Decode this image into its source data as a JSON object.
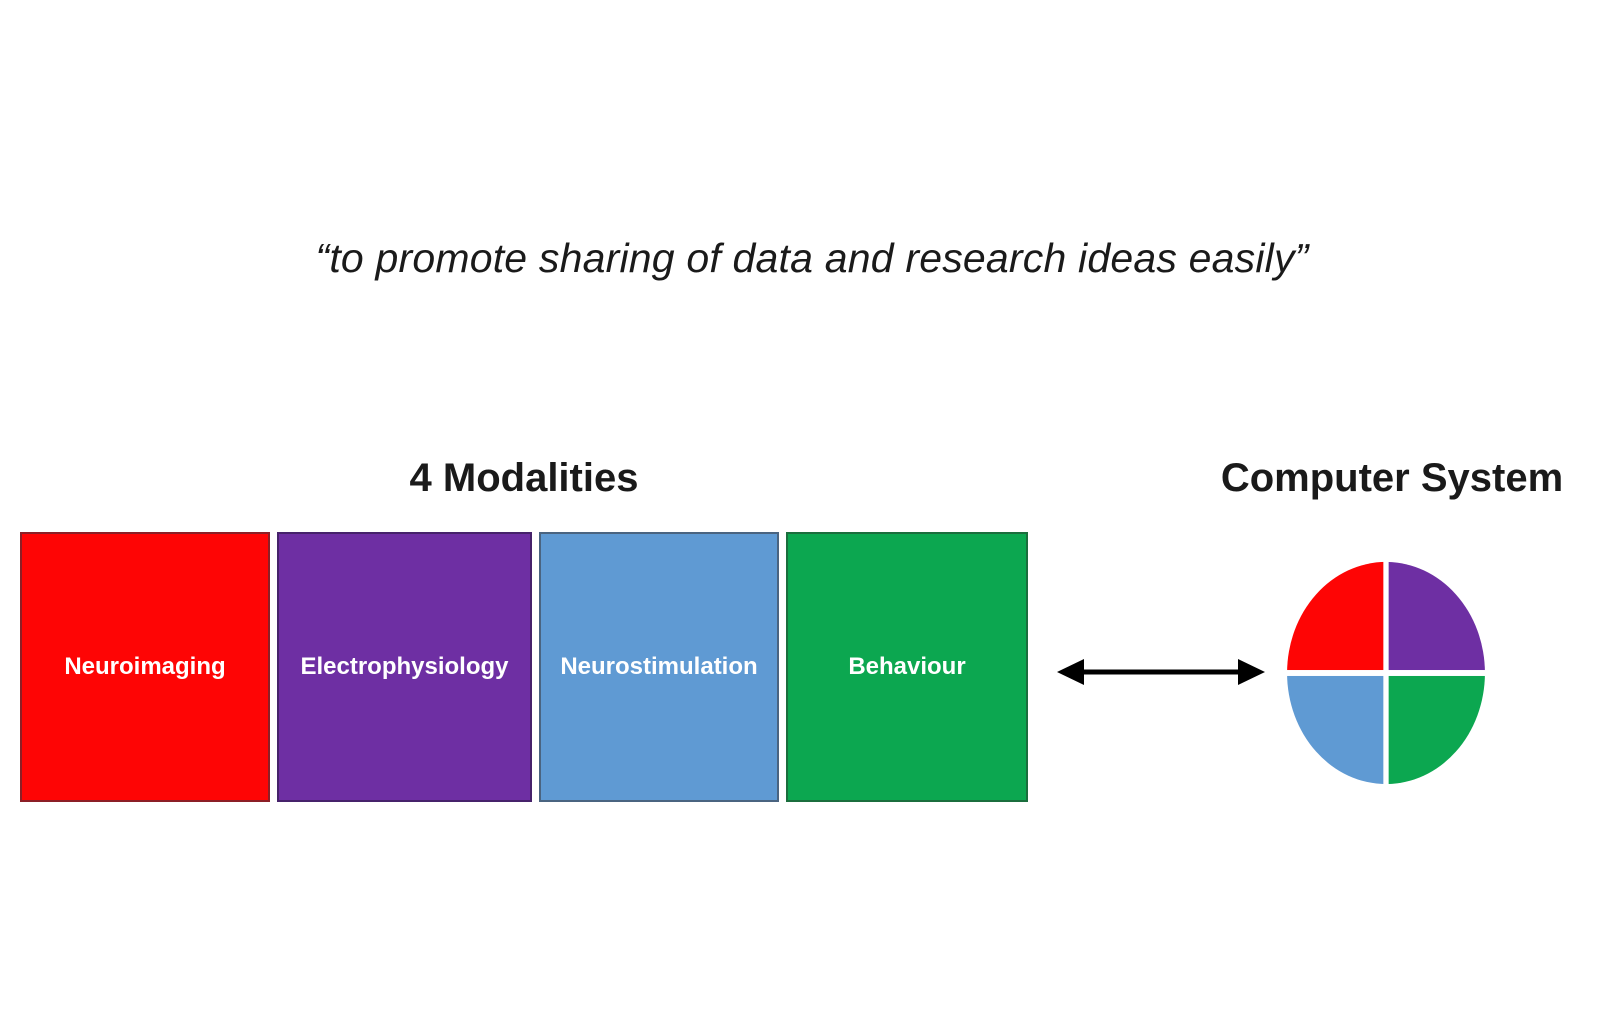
{
  "slide": {
    "background_color": "#ffffff",
    "text_color": "#1a1a1a",
    "quote": "“to promote sharing of data and research ideas easily”",
    "modalities": {
      "title": "4 Modalities",
      "label_text_color": "#ffffff",
      "items": [
        {
          "label": "Neuroimaging",
          "color": "#fe0505",
          "border_color": "#8c1f26"
        },
        {
          "label": "Electrophysiology",
          "color": "#6e2fa3",
          "border_color": "#46226b"
        },
        {
          "label": "Neurostimulation",
          "color": "#5f9ad3",
          "border_color": "#4a6480"
        },
        {
          "label": "Behaviour",
          "color": "#0ca750",
          "border_color": "#1b6e3d"
        }
      ]
    },
    "computer_system": {
      "title": "Computer System",
      "pie_divider_color": "#ffffff",
      "pie_quadrants": [
        {
          "position": "top-left",
          "modality": "Neuroimaging",
          "color": "#fe0505"
        },
        {
          "position": "top-right",
          "modality": "Electrophysiology",
          "color": "#6e2fa3"
        },
        {
          "position": "bottom-left",
          "modality": "Neurostimulation",
          "color": "#5f9ad3"
        },
        {
          "position": "bottom-right",
          "modality": "Behaviour",
          "color": "#0ca750"
        }
      ]
    },
    "arrow": {
      "type": "double-headed-horizontal",
      "color": "#000000"
    }
  }
}
